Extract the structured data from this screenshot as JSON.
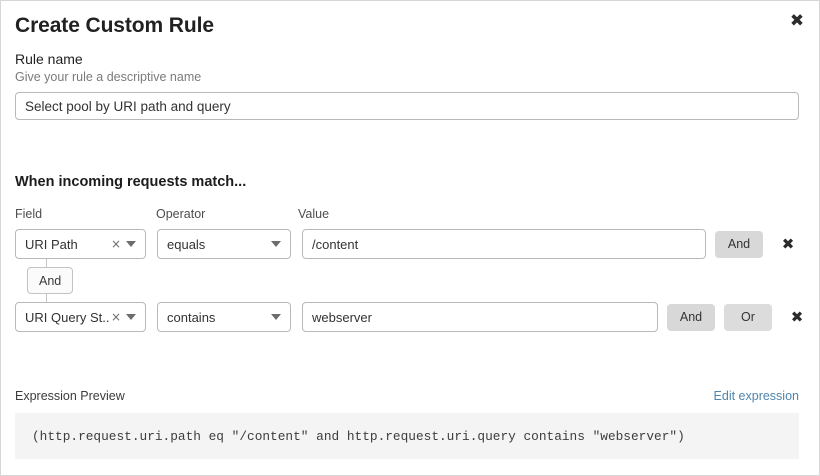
{
  "dialog": {
    "title": "Create Custom Rule",
    "close_icon": "close-icon"
  },
  "rule_name": {
    "label": "Rule name",
    "help": "Give your rule a descriptive name",
    "value": "Select pool by URI path and query",
    "placeholder": "Enter rule name"
  },
  "match": {
    "heading": "When incoming requests match...",
    "columns": {
      "field": "Field",
      "operator": "Operator",
      "value": "Value"
    },
    "connector": {
      "label": "And"
    },
    "rows": [
      {
        "field": "URI Path",
        "operator": "equals",
        "value": "/content",
        "value_placeholder": "Enter value",
        "clear_icon": "clear-icon",
        "caret_icon": "chevron-down-icon",
        "buttons": [
          "And"
        ],
        "delete_icon": "delete-icon"
      },
      {
        "field": "URI Query St...",
        "operator": "contains",
        "value": "webserver",
        "value_placeholder": "Enter value",
        "clear_icon": "clear-icon",
        "caret_icon": "chevron-down-icon",
        "buttons": [
          "And",
          "Or"
        ],
        "delete_icon": "delete-icon"
      }
    ]
  },
  "expression": {
    "label": "Expression Preview",
    "edit_link": "Edit expression",
    "code": "(http.request.uri.path eq \"/content\" and http.request.uri.query contains \"webserver\")"
  },
  "colors": {
    "link": "#4f85ad",
    "button_bg": "#d8d8d8",
    "code_bg": "#f4f4f4",
    "border": "#b9b9b9"
  }
}
